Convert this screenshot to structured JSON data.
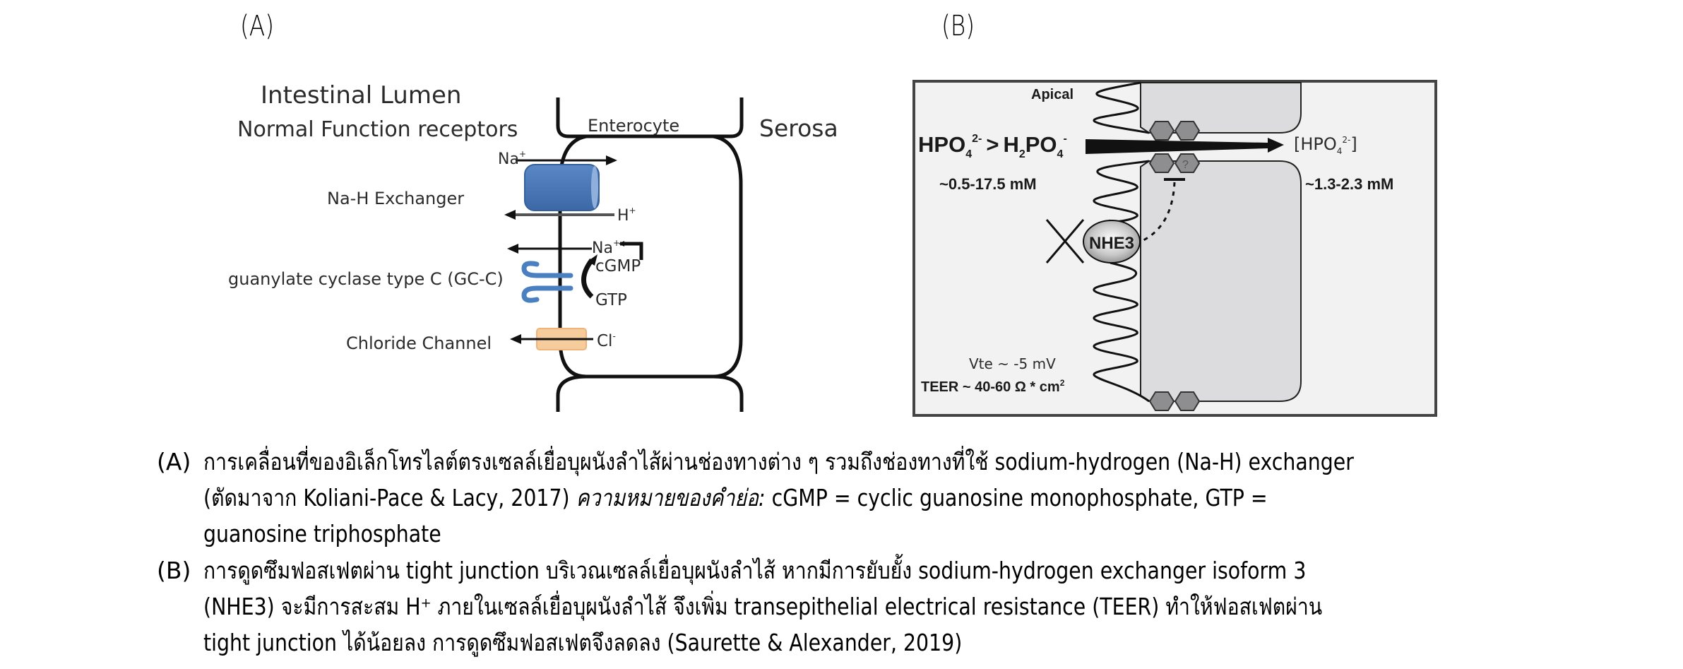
{
  "panels": {
    "a_label": "(A)",
    "b_label": "(B)"
  },
  "diagram_a": {
    "title": "Intestinal Lumen",
    "subtitle": "Normal Function receptors",
    "cell_label": "Enterocyte",
    "side_label": "Serosa",
    "na_top": "Na",
    "na_top_sup": "+",
    "h_ion": "H",
    "h_sup": "+",
    "exchanger_label": "Na-H Exchanger",
    "na_mid": "Na",
    "na_mid_sup": "+",
    "cgmp": "cGMP",
    "gtp": "GTP",
    "gcc_label": "guanylate cyclase type C (GC-C)",
    "chloride_label": "Chloride Channel",
    "cl_ion": "Cl",
    "cl_sup": "-",
    "colors": {
      "exchanger": "#4a78b8",
      "gcc": "#4a7fc0",
      "chloride": "#f5c896"
    }
  },
  "diagram_b": {
    "apical": "Apical",
    "lumen_formula_1": "HPO",
    "lumen_formula_1_sub": "4",
    "lumen_formula_1_sup": "2-",
    "lumen_gt": ">",
    "lumen_formula_2a": "H",
    "lumen_formula_2_sub1": "2",
    "lumen_formula_2b": "PO",
    "lumen_formula_2_sub2": "4",
    "lumen_formula_2_sup": "-",
    "lumen_conc": "~0.5-17.5 mM",
    "serosa_formula": "[HPO",
    "serosa_formula_sub": "4",
    "serosa_formula_sup": "2-",
    "serosa_formula_close": "]",
    "serosa_conc": "~1.3-2.3 mM",
    "unknown_mark": "?",
    "nhe3": "NHE3",
    "vte": "Vte ~ -5 mV",
    "teer": "TEER ~ 40-60 Ω * cm",
    "teer_sup": "2",
    "colors": {
      "background": "#f2f2f3",
      "cell": "#dcdcde",
      "junction": "#8e8e90"
    }
  },
  "captions": [
    {
      "tag": "(A)",
      "lines": [
        "การเคลื่อนที่ของอิเล็กโทรไลต์ตรงเซลล์เยื่อบุผนังลำไส้ผ่านช่องทางต่าง ๆ รวมถึงช่องทางที่ใช้ sodium-hydrogen (Na-H) exchanger",
        "(ตัดมาจาก Koliani-Pace & Lacy, 2017) "
      ],
      "italic": "ความหมายของคำย่อ:",
      "after_italic": " cGMP = cyclic guanosine monophosphate, GTP =",
      "last_line": "guanosine triphosphate"
    },
    {
      "tag": "(B)",
      "line1": "การดูดซึมฟอสเฟตผ่าน tight junction บริเวณเซลล์เยื่อบุผนังลำไส้ หากมีการยับยั้ง sodium-hydrogen exchanger isoform 3",
      "line2": "(NHE3) จะมีการสะสม H⁺ ภายในเซลล์เยื่อบุผนังลำไส้ จึงเพิ่ม transepithelial electrical resistance (TEER) ทำให้ฟอสเฟตผ่าน",
      "line3": "tight junction ได้น้อยลง การดูดซึมฟอสเฟตจึงลดลง (Saurette & Alexander, 2019)"
    }
  ]
}
